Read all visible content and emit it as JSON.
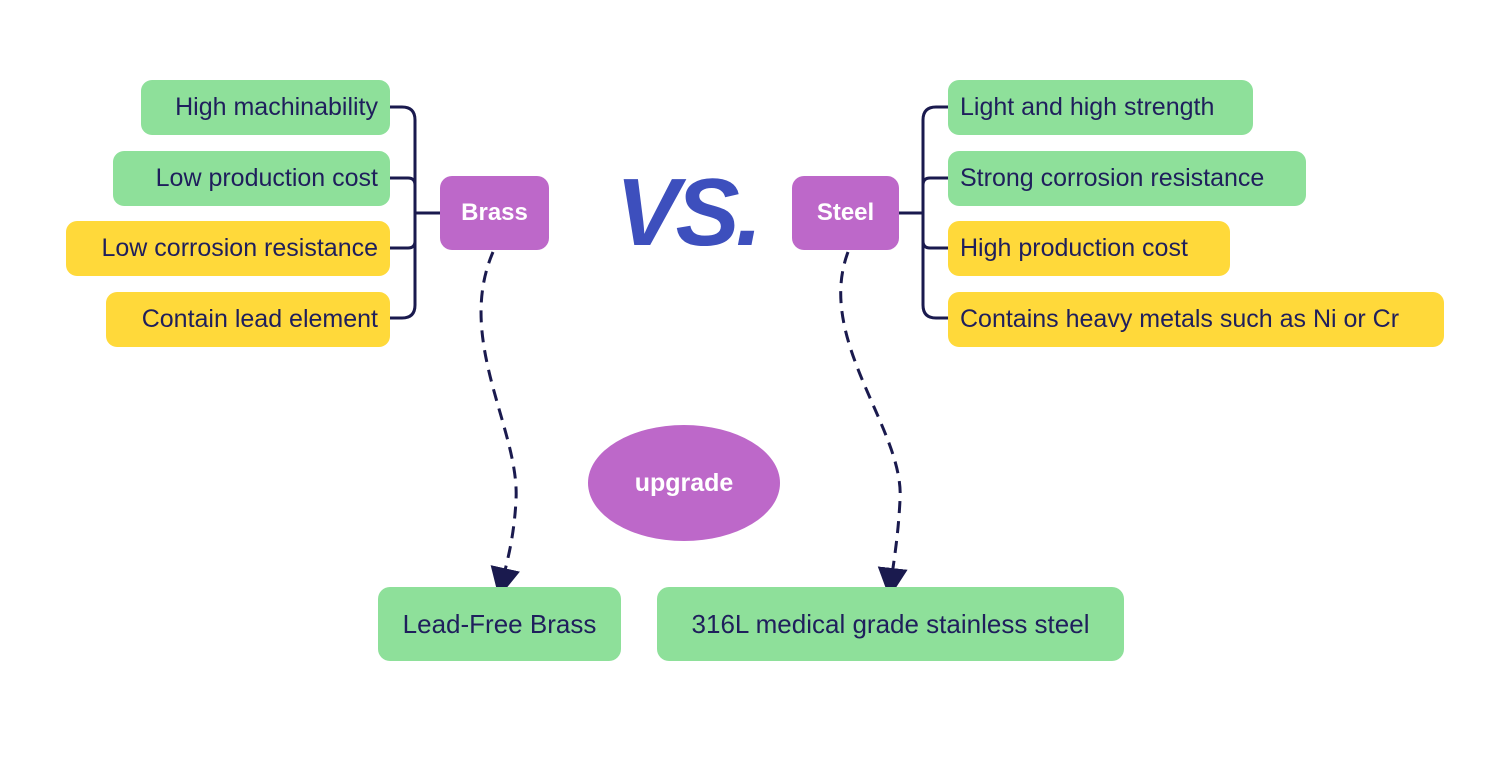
{
  "brass": {
    "label": "Brass",
    "traits": [
      {
        "text": "High machinability",
        "tone": "pro"
      },
      {
        "text": "Low production cost",
        "tone": "pro"
      },
      {
        "text": "Low corrosion resistance",
        "tone": "con"
      },
      {
        "text": "Contain lead element",
        "tone": "con"
      }
    ],
    "upgrade_result": "Lead-Free Brass"
  },
  "steel": {
    "label": "Steel",
    "traits": [
      {
        "text": "Light and high strength",
        "tone": "pro"
      },
      {
        "text": "Strong corrosion resistance",
        "tone": "pro"
      },
      {
        "text": "High production cost",
        "tone": "con"
      },
      {
        "text": "Contains heavy metals such as Ni or Cr",
        "tone": "con"
      }
    ],
    "upgrade_result": "316L medical grade stainless steel"
  },
  "versus_label": "VS.",
  "upgrade_label": "upgrade",
  "colors": {
    "pro": "#8ee09a",
    "con": "#ffd93a",
    "node": "#bd68c9",
    "versus": "#3d4fbd",
    "line": "#1a1a4e"
  }
}
